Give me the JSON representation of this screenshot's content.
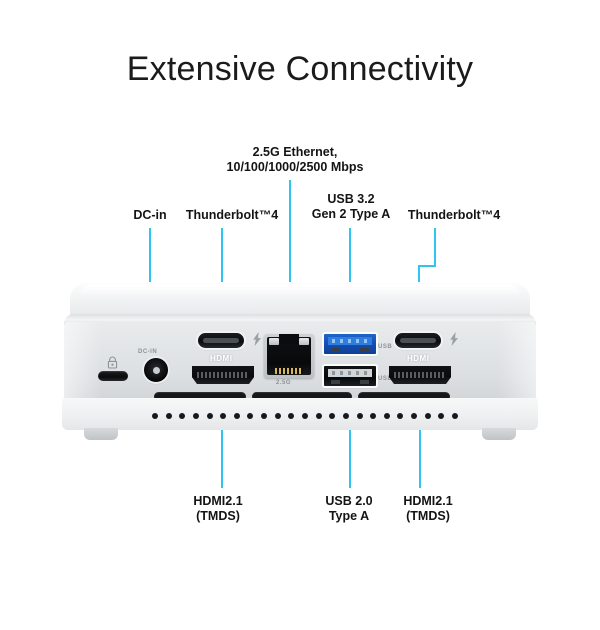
{
  "page": {
    "title": "Extensive Connectivity",
    "accent_color": "#2ec5f2",
    "background_color": "#ffffff"
  },
  "callouts": {
    "top": [
      {
        "id": "dc-in",
        "lines": [
          "DC-in"
        ]
      },
      {
        "id": "thunderbolt-left",
        "lines": [
          "Thunderbolt™4"
        ]
      },
      {
        "id": "ethernet",
        "lines": [
          "2.5G Ethernet,",
          "10/100/1000/2500 Mbps"
        ]
      },
      {
        "id": "usb32-gen2-a",
        "lines": [
          "USB 3.2",
          "Gen 2 Type A"
        ]
      },
      {
        "id": "thunderbolt-right",
        "lines": [
          "Thunderbolt™4"
        ]
      }
    ],
    "bottom": [
      {
        "id": "hdmi-left",
        "lines": [
          "HDMI2.1",
          "(TMDS)"
        ]
      },
      {
        "id": "usb20-a",
        "lines": [
          "USB 2.0",
          "Type A"
        ]
      },
      {
        "id": "hdmi-right",
        "lines": [
          "HDMI2.1",
          "(TMDS)"
        ]
      }
    ]
  },
  "device": {
    "silkscreen": {
      "dc_in": "DC-IN",
      "hdmi_left": "HDMI",
      "hdmi_right": "HDMI",
      "ethernet": "2.5G",
      "usb_top": "USB",
      "usb_bottom": "USB"
    },
    "ports": [
      {
        "id": "kensington-lock",
        "type": "security-lock-slot"
      },
      {
        "id": "dc-in-jack",
        "type": "barrel-power-jack"
      },
      {
        "id": "thunderbolt-4-left",
        "type": "usb-c"
      },
      {
        "id": "hdmi-2-1-left",
        "type": "hdmi"
      },
      {
        "id": "ethernet-2-5g",
        "type": "rj45"
      },
      {
        "id": "usb-3-2-gen2-type-a",
        "type": "usb-a-blue"
      },
      {
        "id": "usb-2-0-type-a",
        "type": "usb-a-black"
      },
      {
        "id": "thunderbolt-4-right",
        "type": "usb-c"
      },
      {
        "id": "hdmi-2-1-right",
        "type": "hdmi"
      }
    ],
    "vent_dot_count": 23
  }
}
